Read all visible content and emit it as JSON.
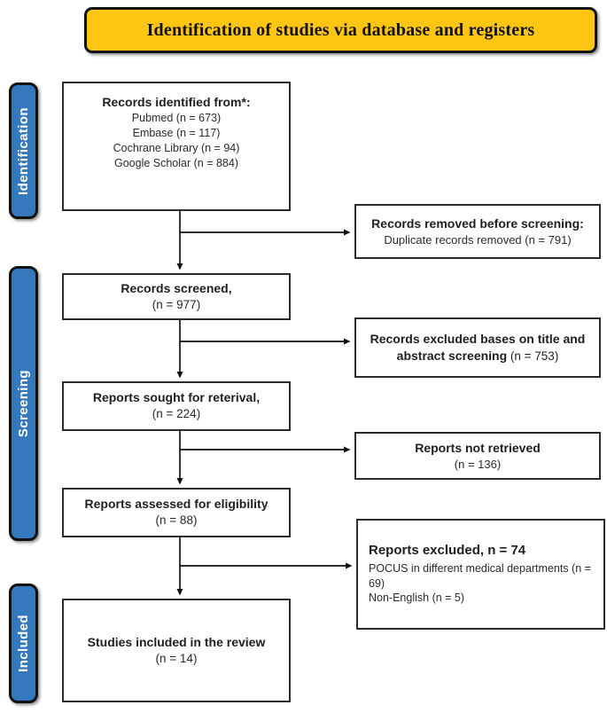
{
  "colors": {
    "header_bg": "#fec612",
    "sidebar_bg": "#3478bd",
    "box_border": "#2b2b2b"
  },
  "header": {
    "title": "Identification of studies via database and registers"
  },
  "sidebar": {
    "labels": [
      {
        "id": "identification",
        "text": "Identification"
      },
      {
        "id": "screening",
        "text": "Screening"
      },
      {
        "id": "included",
        "text": "Included"
      }
    ]
  },
  "flow": {
    "left_boxes": [
      {
        "title": "Records identified from*:",
        "lines": [
          "Pubmed (n = 673)",
          "Embase (n = 117)",
          "Cochrane Library (n = 94)",
          "Google Scholar (n = 884)"
        ]
      },
      {
        "title": "Records screened,",
        "lines": [
          "(n = 977)"
        ]
      },
      {
        "title": "Reports sought for reterival,",
        "lines": [
          "(n = 224)"
        ]
      },
      {
        "title": "Reports assessed for eligibility",
        "lines": [
          "(n = 88)"
        ]
      },
      {
        "title": "Studies included in the review",
        "lines": [
          "(n = 14)"
        ]
      }
    ],
    "right_boxes": [
      {
        "title": "Records removed before screening:",
        "lines": [
          "Duplicate records removed (n = 791)"
        ]
      },
      {
        "title": "Records excluded bases on title and abstract screening",
        "count": "  (n = 753)"
      },
      {
        "title": "Reports not retrieved",
        "lines": [
          "(n = 136)"
        ]
      },
      {
        "title": "Reports excluded, n = 74",
        "lines": [
          "POCUS in different medical departments (n = 69)",
          "Non-English  (n = 5)"
        ]
      }
    ]
  }
}
